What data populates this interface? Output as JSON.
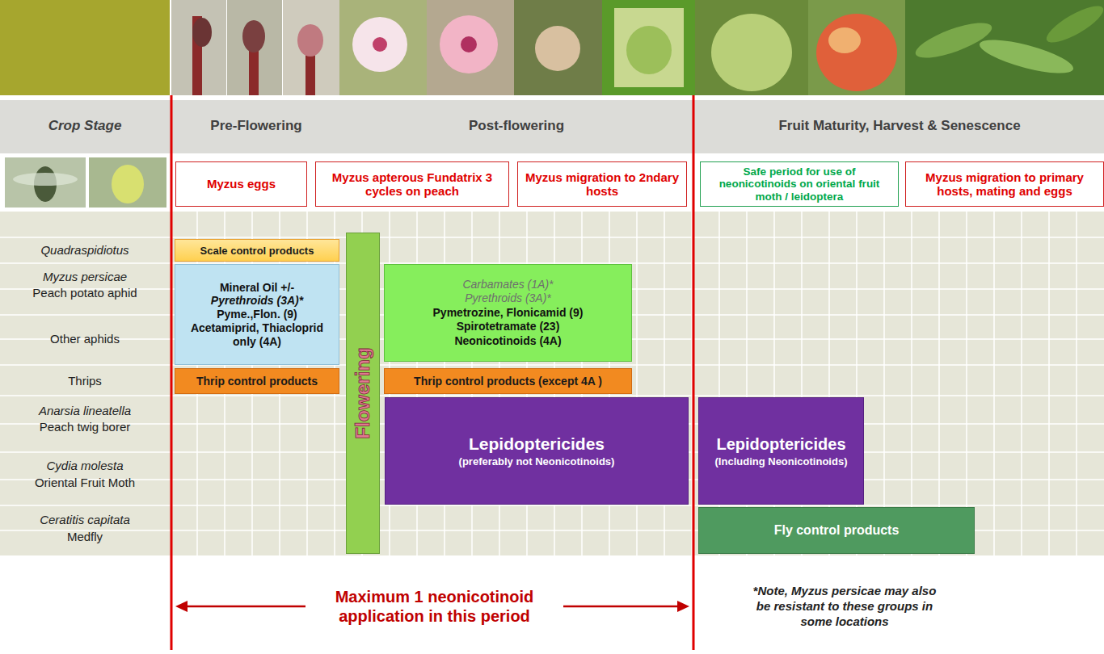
{
  "diagram": {
    "nodes": [
      {
        "text": [
          "Myzus eggs"
        ]
      },
      {
        "text": [
          "Myzus apterous Fundatrix 3 cycles on peach"
        ]
      },
      {
        "text": [
          "Myzus migration to 2ndary hosts"
        ]
      },
      {
        "text": [
          "Safe period for use of neonicotinoids on oriental fruit moth / leidoptera"
        ]
      },
      {
        "text": [
          "Myzus migration to primary hosts, mating and eggs"
        ]
      },
      {
        "text": [
          "Flowering"
        ]
      },
      {
        "text": [
          "Scale control products"
        ]
      },
      {
        "text": [
          "Mineral Oil +/-",
          "Pyrethroids (3A)*",
          "Pyme.,Flon. (9)",
          "Acetamiprid, Thiacloprid only (4A)"
        ]
      },
      {
        "text": [
          "Carbamates (1A)*",
          "Pyrethroids (3A)*",
          "Pymetrozine, Flonicamid (9)",
          "Spirotetramate (23)",
          "Neonicotinoids (4A)"
        ]
      },
      {
        "text": [
          "Thrip control products"
        ]
      },
      {
        "text": [
          "Thrip control products (except 4A )"
        ]
      },
      {
        "text": [
          "Lepidoptericides",
          "(preferably not Neonicotinoids)"
        ]
      },
      {
        "text": [
          "Lepidoptericides",
          "(Including Neonicotinoids)"
        ]
      },
      {
        "text": [
          "Fly control products"
        ]
      }
    ],
    "labels": [
      "Crop Stage",
      "Pre-Flowering",
      "Post-flowering",
      "Fruit Maturity, Harvest & Senescence",
      "Quadraspidiotus",
      "Myzus persicae",
      "Peach potato aphid",
      "Other aphids",
      "Thrips",
      "Anarsia lineatella",
      "Peach twig borer",
      "Cydia molesta",
      "Oriental Fruit Moth",
      "Ceratitis capitata",
      "Medfly",
      "Maximum 1 neonicotinoid application in this period",
      "*Note, Myzus persicae may also be resistant to these groups in some locations"
    ]
  }
}
